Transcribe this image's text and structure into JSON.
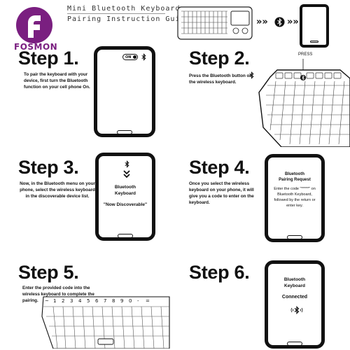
{
  "brand": {
    "name": "FOSMON",
    "title_line1": "Mini Bluetooth Keyboard",
    "title_line2": "Pairing Instruction Guide",
    "color": "#7a1f80"
  },
  "header": {
    "arrows_left": "»»",
    "arrows_right": "»»"
  },
  "steps": [
    {
      "heading": "Step 1.",
      "text": "To pair the keyboard with your device, first turn the Bluetooth function on your cell phone On.",
      "toggle_label": "ON"
    },
    {
      "heading": "Step 2.",
      "text": "Press the Bluetooth button on the wireless keyboard.",
      "callout": "PRESS"
    },
    {
      "heading": "Step 3.",
      "text": "Now, in the Bluetooth menu on your phone, select the wireless keyboard in the discoverable device list.",
      "screen_title": "Bluetooth Keyboard",
      "screen_status": "\"Now Discoverable\""
    },
    {
      "heading": "Step 4.",
      "text": "Once you select the wireless keyboard on your phone, it will give you a code to enter on the keyboard.",
      "screen_title": "Bluetooth Pairing Request",
      "screen_body": "Enter the code \"*****\" on Bluetooth Keyboard, followed by the return or enter key."
    },
    {
      "heading": "Step 5.",
      "text": "Enter the provided code into the wireless keyboard to complete the pairing.",
      "key_row": [
        "~",
        "1",
        "2",
        "3",
        "4",
        "5",
        "6",
        "7",
        "8",
        "9",
        "0",
        "-",
        "="
      ]
    },
    {
      "heading": "Step 6.",
      "screen_title": "Bluetooth Keyboard",
      "screen_status": "Connected"
    }
  ],
  "icons": {
    "bluetooth": "bluetooth-icon",
    "logo": "fosmon-logo"
  }
}
